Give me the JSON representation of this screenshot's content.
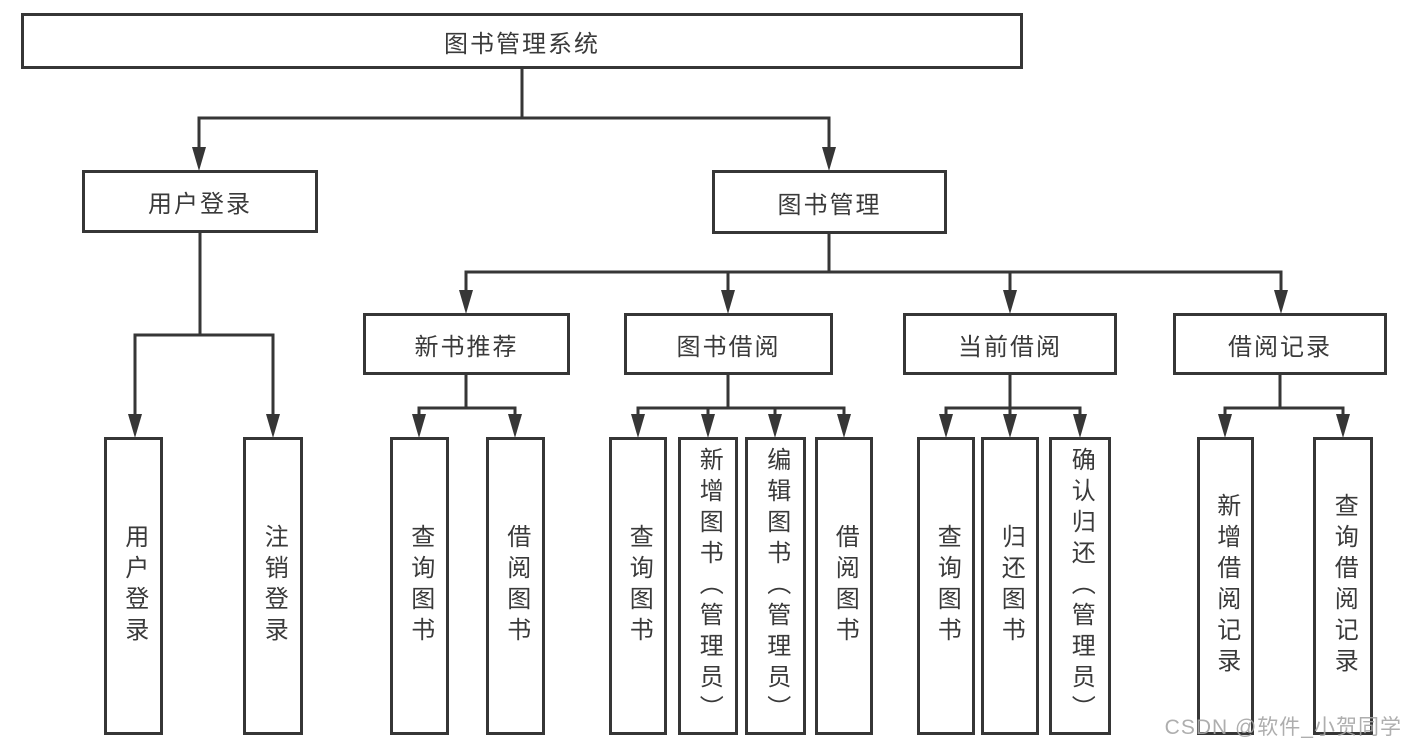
{
  "title": "图书管理系统",
  "watermark": "CSDN @软件_小贺同学",
  "colors": {
    "background": "#ffffff",
    "line": "#363636",
    "text": "#3a3a3a",
    "watermark": "#a6a6a6"
  },
  "tree": {
    "label": "图书管理系统",
    "children": [
      {
        "label": "用户登录",
        "children": [
          {
            "label": "用户登录"
          },
          {
            "label": "注销登录"
          }
        ]
      },
      {
        "label": "图书管理",
        "children": [
          {
            "label": "新书推荐",
            "children": [
              {
                "label": "查询图书"
              },
              {
                "label": "借阅图书"
              }
            ]
          },
          {
            "label": "图书借阅",
            "children": [
              {
                "label": "查询图书"
              },
              {
                "label": "新增图书（管理员）"
              },
              {
                "label": "编辑图书（管理员）"
              },
              {
                "label": "借阅图书"
              }
            ]
          },
          {
            "label": "当前借阅",
            "children": [
              {
                "label": "查询图书"
              },
              {
                "label": "归还图书"
              },
              {
                "label": "确认归还（管理员）"
              }
            ]
          },
          {
            "label": "借阅记录",
            "children": [
              {
                "label": "新增借阅记录"
              },
              {
                "label": "查询借阅记录"
              }
            ]
          }
        ]
      }
    ]
  }
}
